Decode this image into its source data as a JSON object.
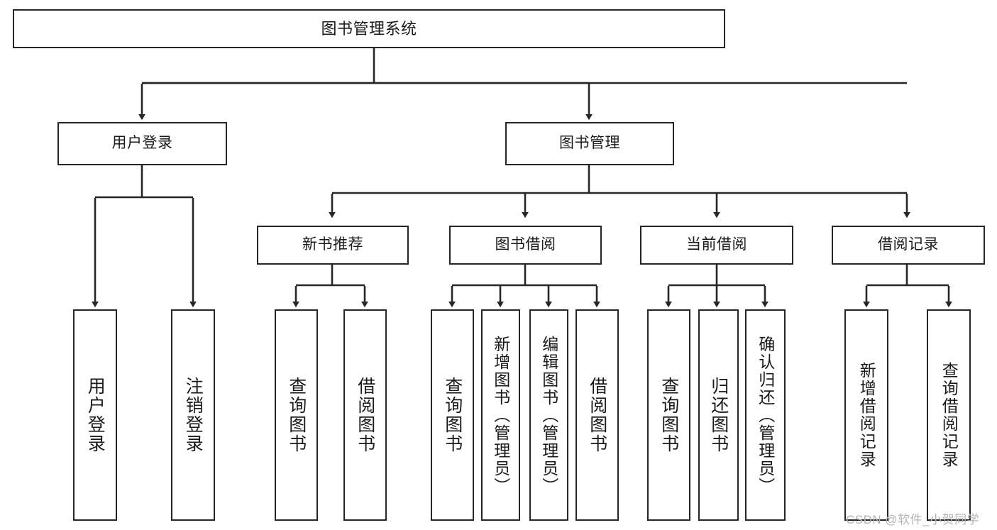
{
  "diagram": {
    "title": "图书管理系统",
    "type": "tree-hierarchy-diagram",
    "colors": {
      "stroke": "#262626",
      "fill": "#ffffff",
      "text": "#1a1a1a",
      "watermark": "#b3b3b3"
    },
    "levels": {
      "root": {
        "label": "图书管理系统"
      },
      "level2": [
        {
          "label": "用户登录"
        },
        {
          "label": "图书管理"
        }
      ],
      "level3": [
        {
          "label": "新书推荐"
        },
        {
          "label": "图书借阅"
        },
        {
          "label": "当前借阅"
        },
        {
          "label": "借阅记录"
        }
      ],
      "leaves": {
        "user_login": [
          {
            "label": "用户登录"
          },
          {
            "label": "注销登录"
          }
        ],
        "new_book_recommend": [
          {
            "label": "查询图书"
          },
          {
            "label": "借阅图书"
          }
        ],
        "book_borrow": [
          {
            "label": "查询图书"
          },
          {
            "label": "新增图书（管理员）"
          },
          {
            "label": "编辑图书（管理员）"
          },
          {
            "label": "借阅图书"
          }
        ],
        "current_borrow": [
          {
            "label": "查询图书"
          },
          {
            "label": "归还图书"
          },
          {
            "label": "确认归还（管理员）"
          }
        ],
        "borrow_record": [
          {
            "label": "新增借阅记录"
          },
          {
            "label": "查询借阅记录"
          }
        ]
      }
    },
    "watermark": "CSDN @软件_小贺同学"
  }
}
